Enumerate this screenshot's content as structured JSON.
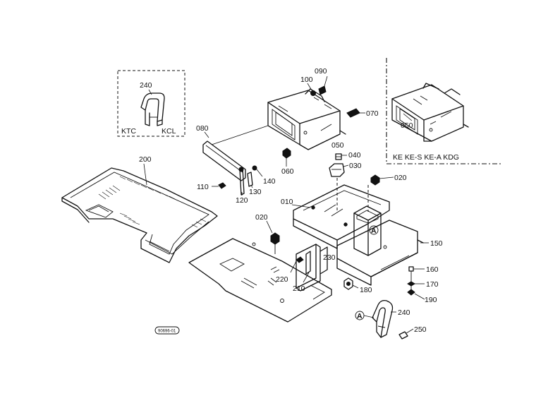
{
  "callouts": {
    "c090": "090",
    "c100": "100",
    "c070": "070",
    "c080": "080",
    "c050_right": "050",
    "c040": "040",
    "c050_center": "050",
    "c030": "030",
    "c060": "060",
    "c020_top": "020",
    "c110": "110",
    "c120": "120",
    "c130": "130",
    "c140": "140",
    "c200": "200",
    "c010": "010",
    "c020_left": "020",
    "c150": "150",
    "c230": "230",
    "c220": "220",
    "c210": "210",
    "c180": "180",
    "c160": "160",
    "c170": "170",
    "c190": "190",
    "c240_bottom": "240",
    "c250": "250",
    "c240_inset": "240"
  },
  "inset_left": {
    "label_a": "KTC",
    "label_b": "KCL"
  },
  "inset_right": {
    "label": "KE KE-S KE-A KDG"
  },
  "reference_marker": "A",
  "drawing_code": "90696-01"
}
